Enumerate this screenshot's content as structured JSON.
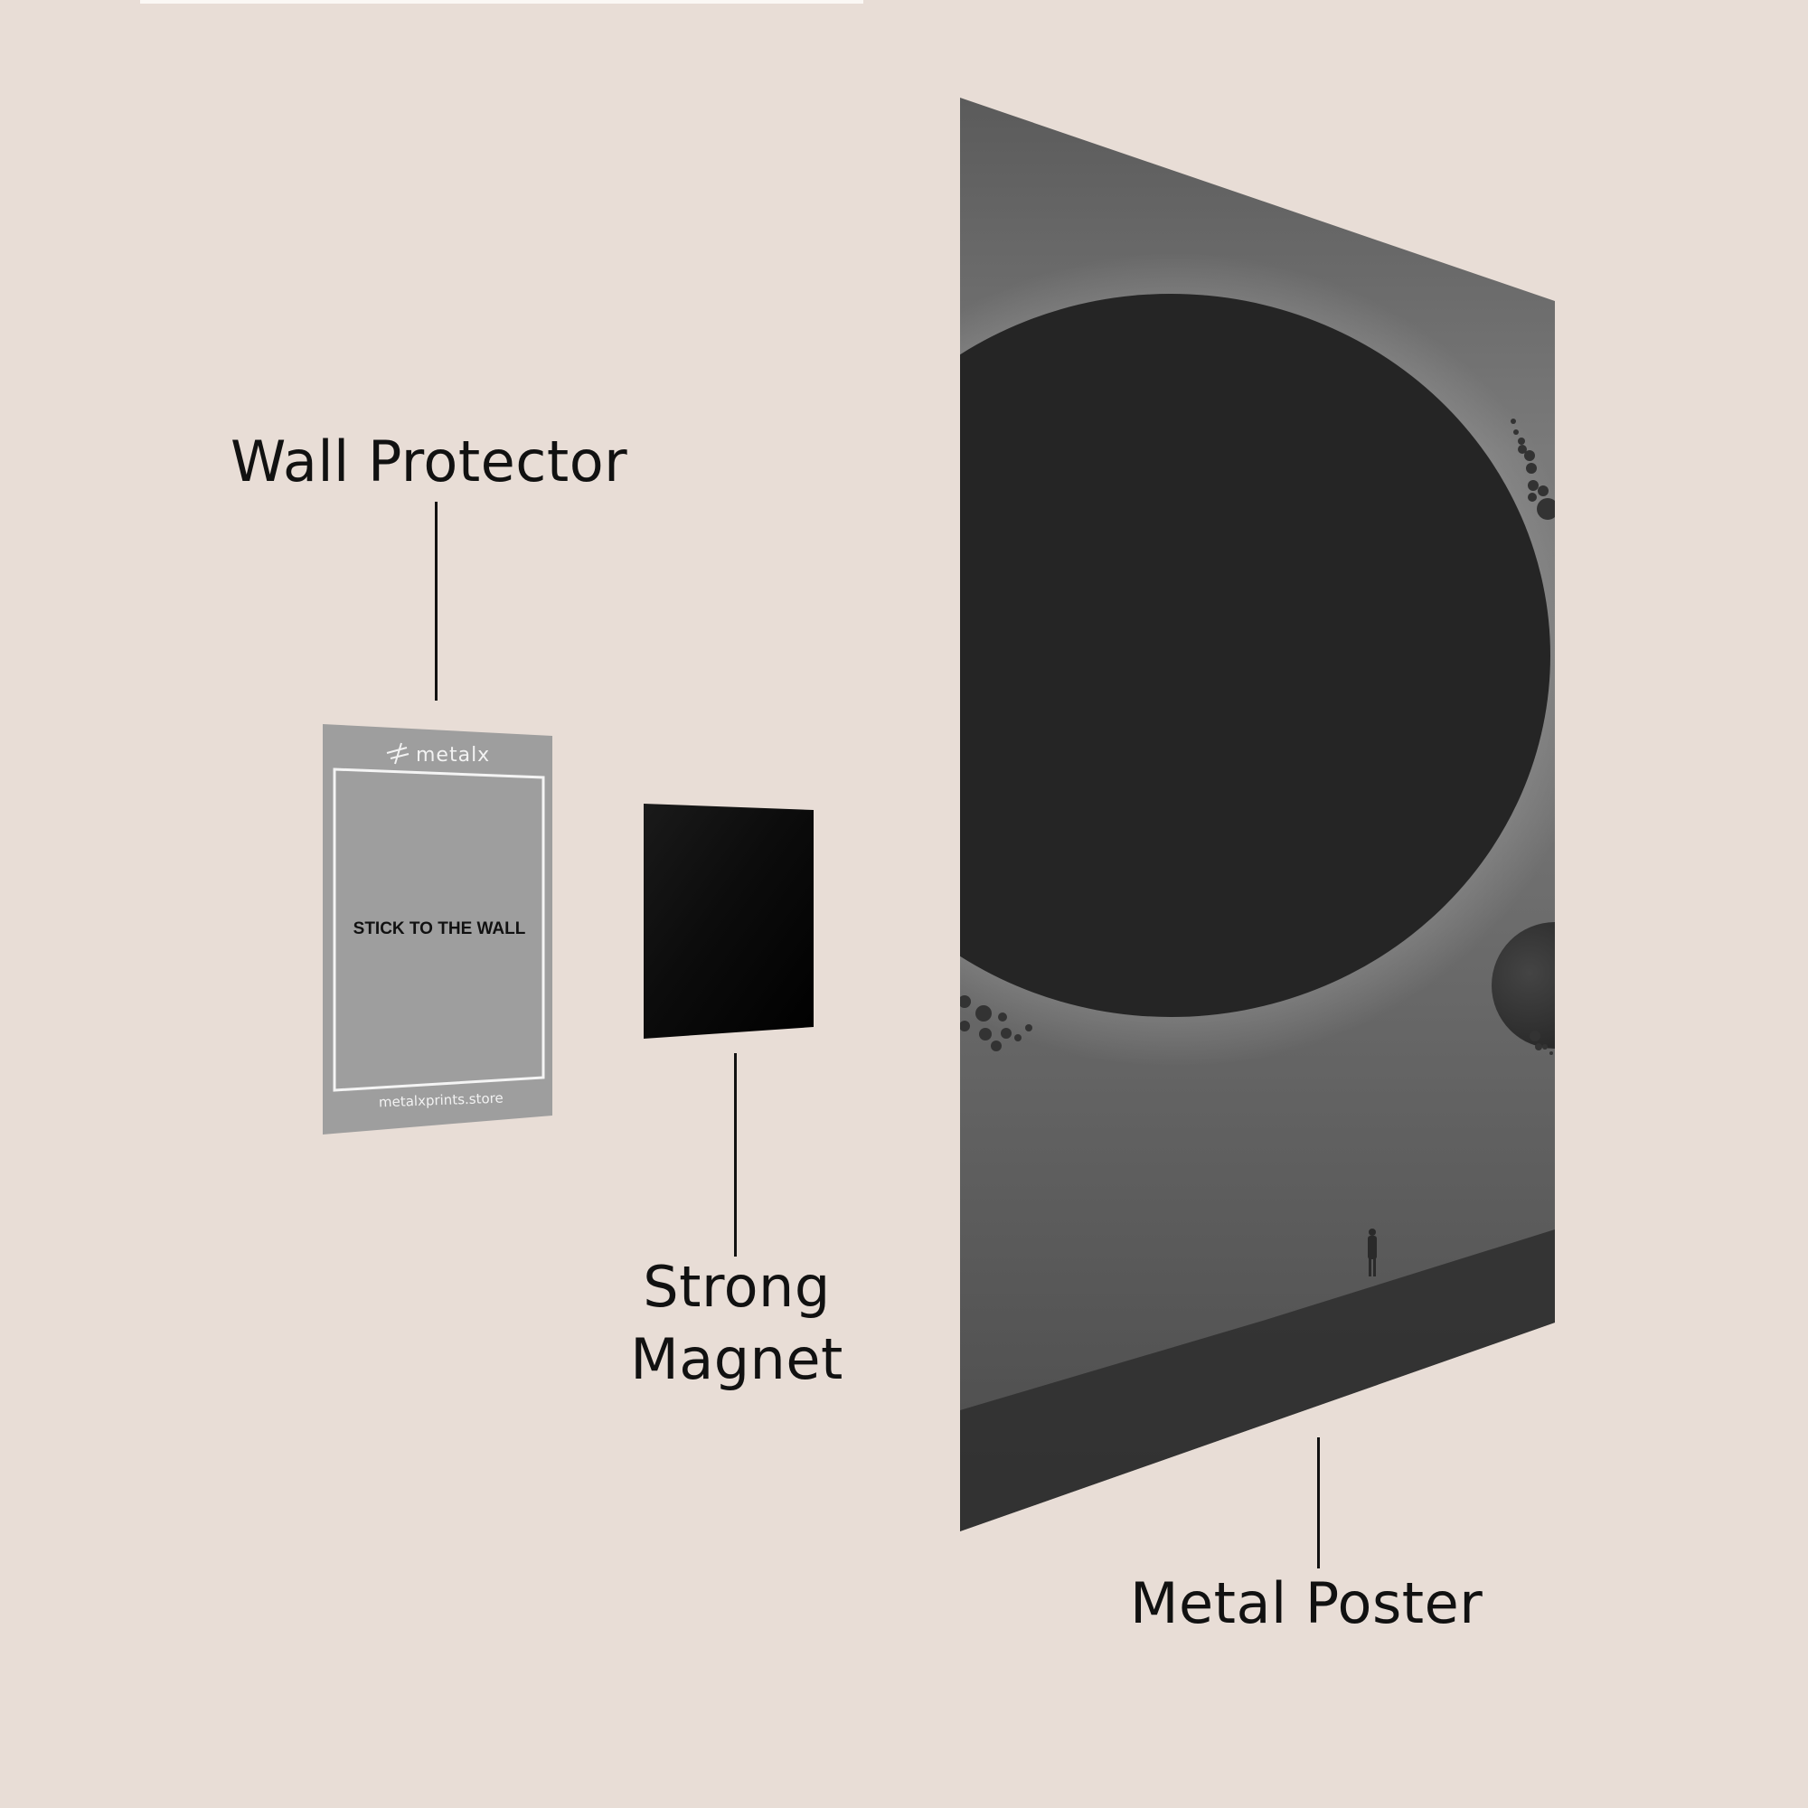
{
  "labels": {
    "wall_protector": "Wall Protector",
    "strong_magnet_line1": "Strong",
    "strong_magnet_line2": "Magnet",
    "metal_poster": "Metal Poster"
  },
  "protector": {
    "brand": "metalx",
    "instruction": "STICK TO THE WALL",
    "website": "metalxprints.store"
  },
  "colors": {
    "background": "#e8ddd6",
    "protector": "#9e9e9e",
    "magnet": "#050505",
    "poster_sky": "#6a6a6a",
    "planet": "#262626",
    "text": "#111111"
  }
}
